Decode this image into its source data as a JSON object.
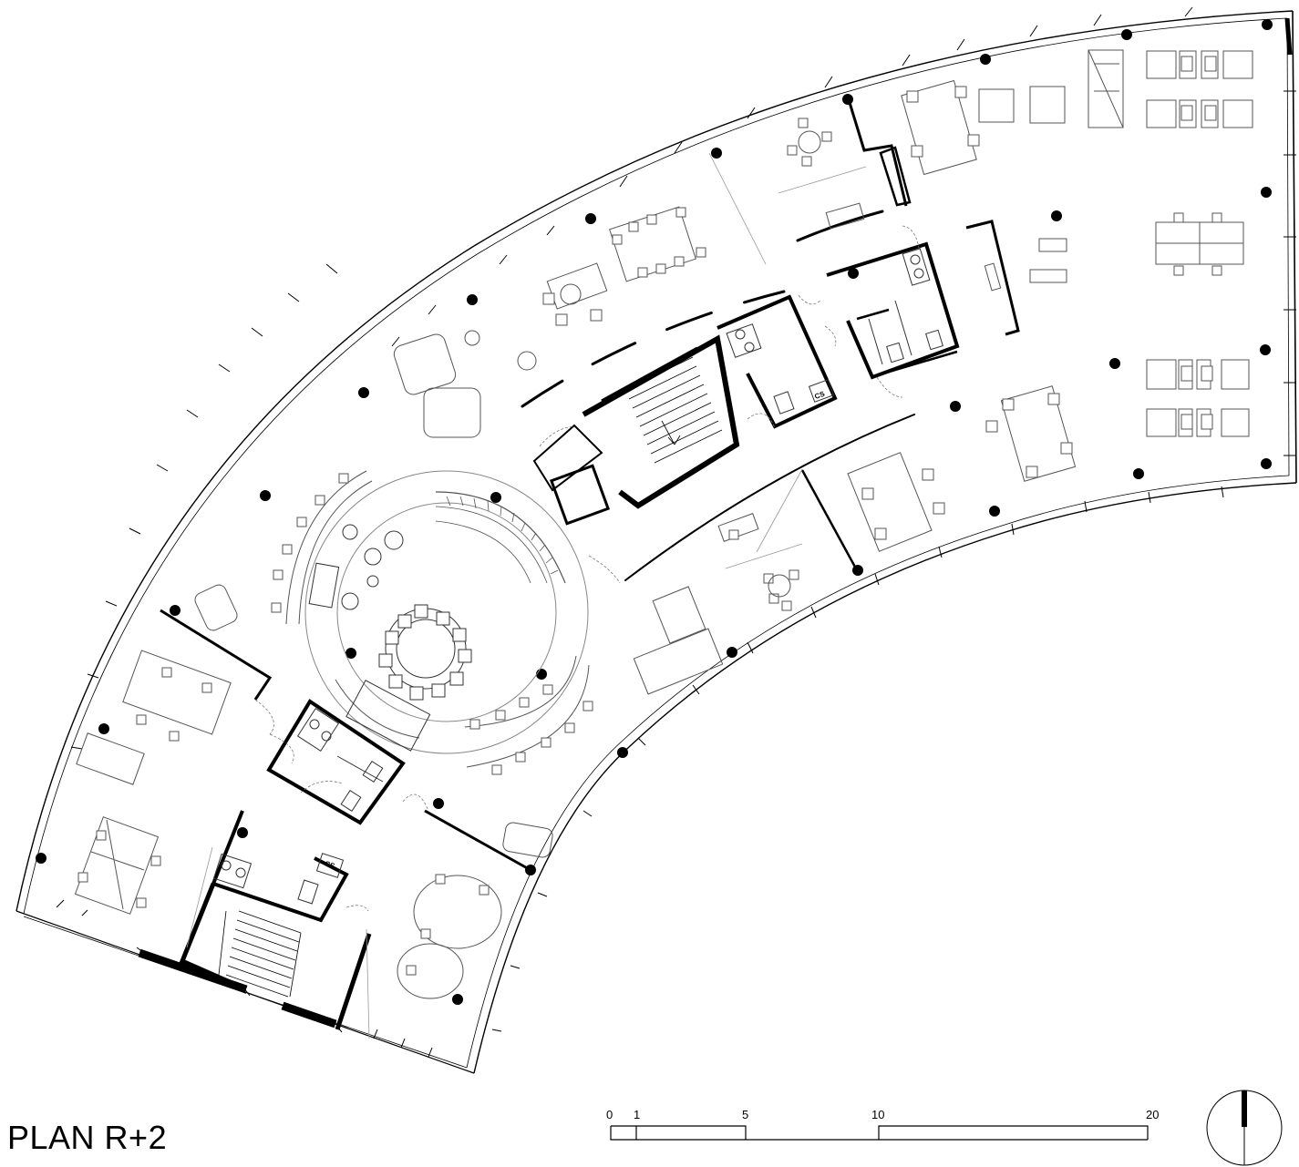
{
  "title": "PLAN R+2",
  "scale_bar": {
    "labels": [
      "0",
      "1",
      "5",
      "10",
      "20"
    ]
  },
  "room_labels": {
    "cs_top": "CS",
    "cs_bottom": "CS"
  },
  "colors": {
    "ink": "#000000",
    "furniture": "#666666",
    "light": "#999999"
  }
}
